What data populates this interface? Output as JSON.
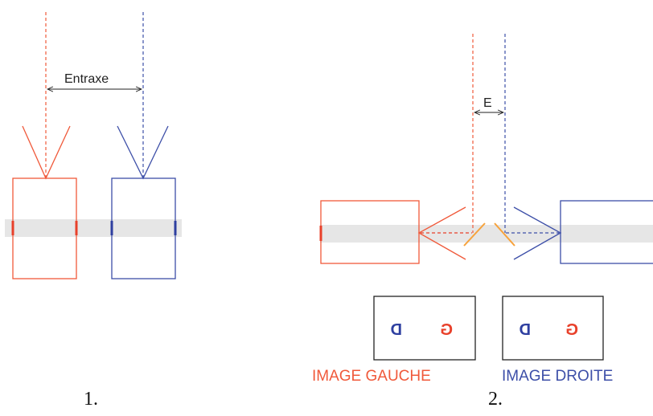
{
  "colors": {
    "red": "#f0593a",
    "blue": "#3d4fa8",
    "orange": "#f7a23b",
    "band": "#e6e6e6",
    "dark": "#222222"
  },
  "panel1": {
    "number": "1.",
    "entraxe_label": "Entraxe"
  },
  "panel2": {
    "number": "2.",
    "e_label": "E",
    "left_image": {
      "caption": "IMAGE GAUCHE",
      "letter_left": "D",
      "letter_right": "G"
    },
    "right_image": {
      "caption": "IMAGE DROITE",
      "letter_left": "D",
      "letter_right": "G"
    }
  }
}
